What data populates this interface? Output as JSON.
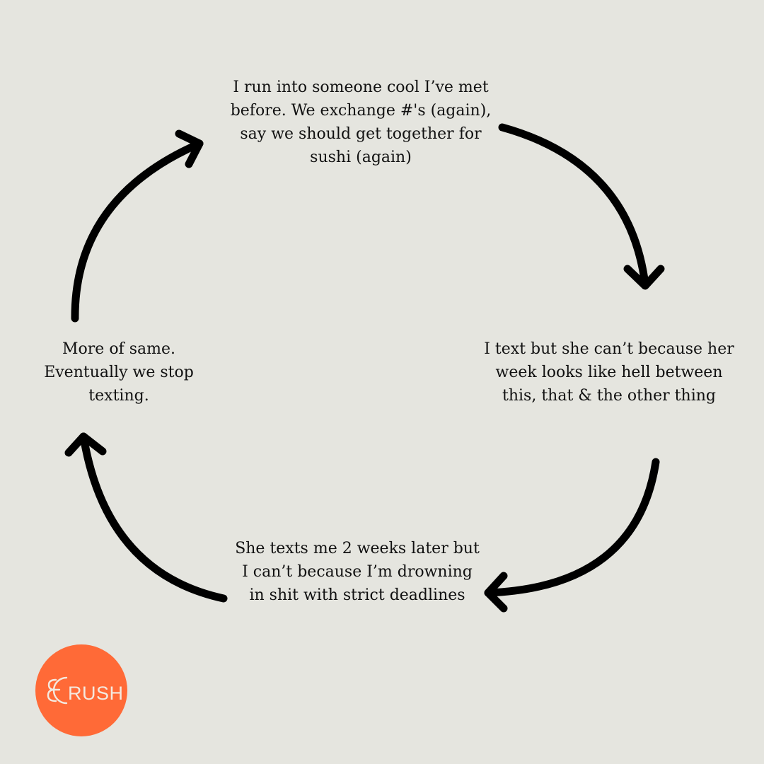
{
  "steps": {
    "top": "I run into someone cool I’ve met before. We exchange #'s (again), say we should get together for sushi (again)",
    "right": "I text but she can’t because her week looks like hell between this, that & the other thing",
    "bottom": "She texts me 2 weeks later but I can’t because I’m drowning in shit with strict deadlines",
    "left": "More of same. Eventually we stop texting."
  },
  "logo": {
    "text": "ERUSH",
    "color": "#ff6a37",
    "text_color": "#f4e9df"
  },
  "colors": {
    "background": "#e5e5df",
    "arrow": "#000000",
    "text": "#111111"
  }
}
